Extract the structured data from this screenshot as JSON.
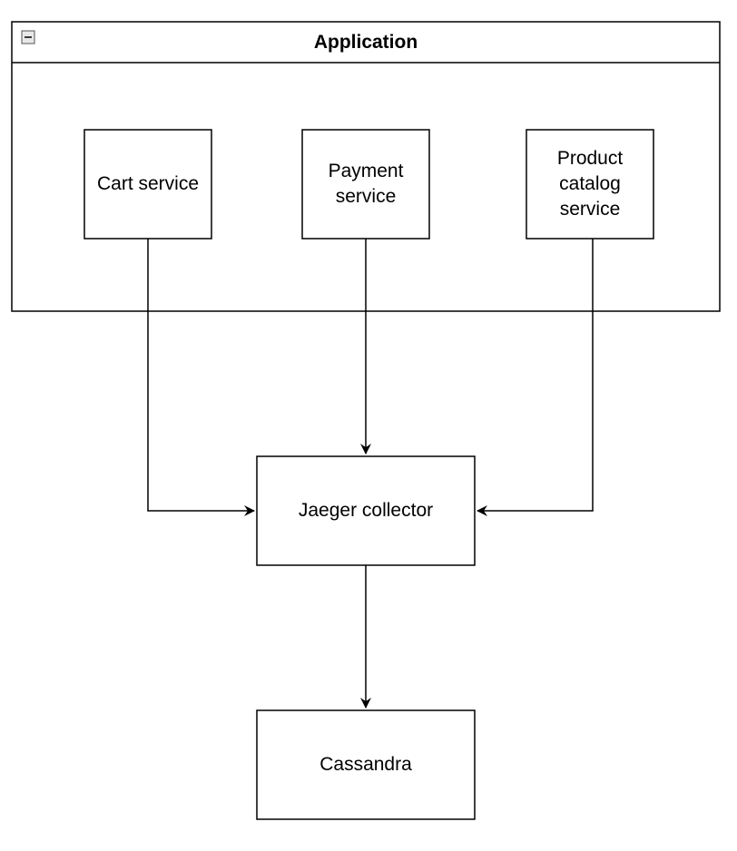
{
  "group": {
    "title": "Application",
    "collapse_icon": "minus-icon"
  },
  "nodes": {
    "cart": "Cart service",
    "payment": "Payment\nservice",
    "catalog": "Product\ncatalog\nservice",
    "collector": "Jaeger collector",
    "cassandra": "Cassandra"
  },
  "edges": [
    {
      "from": "Cart service",
      "to": "Jaeger collector"
    },
    {
      "from": "Payment service",
      "to": "Jaeger collector"
    },
    {
      "from": "Product catalog service",
      "to": "Jaeger collector"
    },
    {
      "from": "Jaeger collector",
      "to": "Cassandra"
    }
  ]
}
